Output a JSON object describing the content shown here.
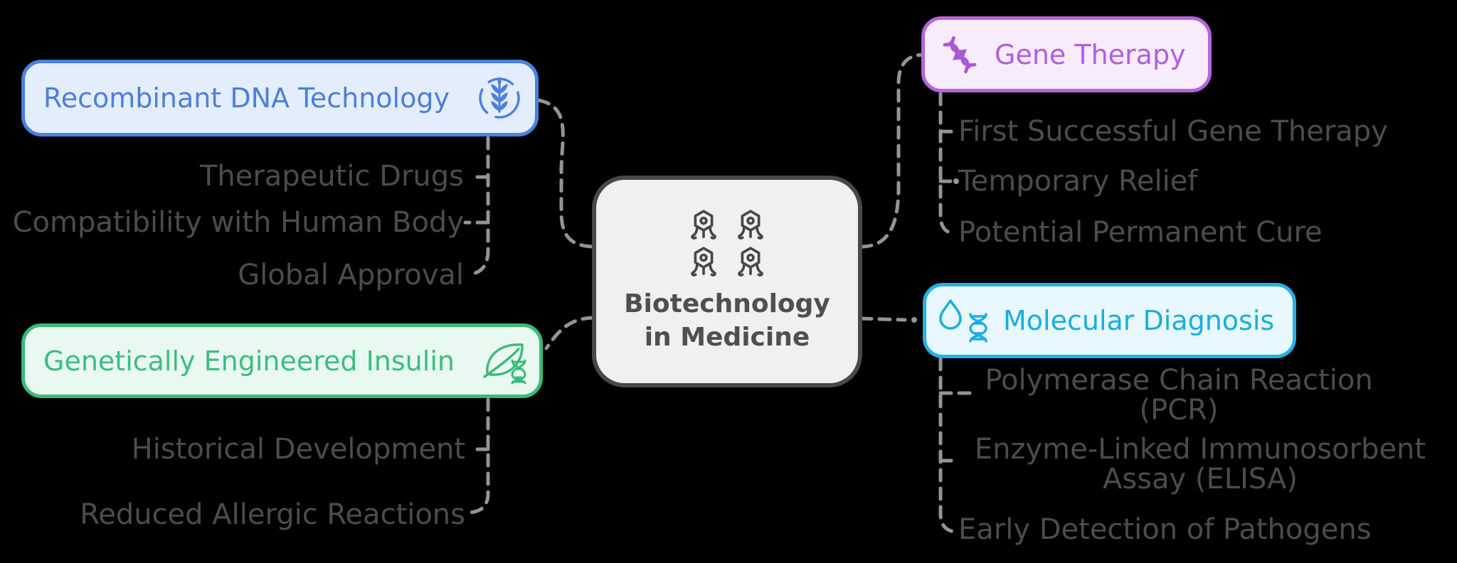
{
  "colors": {
    "background": "#000000",
    "connector": "#949494",
    "child-text": "#4c4c4c",
    "central-border": "#484848",
    "central-fill": "#f0f0f0",
    "central-text": "#4f4f4f",
    "blue-border": "#4a80e0",
    "blue-fill": "#e4edfc",
    "blue-text": "#4d7fd9",
    "green-border": "#38bb78",
    "green-fill": "#e9f8f0",
    "green-text": "#3dbd81",
    "purple-border": "#b463de",
    "purple-fill": "#f8ebfc",
    "purple-text": "#ae5fe0",
    "cyan-border": "#25b1e2",
    "cyan-fill": "#e9f8fe",
    "cyan-text": "#16aee0"
  },
  "central": {
    "title_line1": "Biotechnology",
    "title_line2": "in Medicine",
    "icon": "phage-icons-2x2"
  },
  "branches": [
    {
      "label": "Recombinant DNA Technology",
      "icon": "wheat-icon",
      "children": [
        "Therapeutic Drugs",
        "Compatibility with Human Body",
        "Global Approval"
      ]
    },
    {
      "label": "Genetically Engineered Insulin",
      "icon": "leaf-dna-icon",
      "children": [
        "Historical Development",
        "Reduced Allergic Reactions"
      ]
    },
    {
      "label": "Gene Therapy",
      "icon": "dna-helix-icon",
      "children": [
        "First Successful Gene Therapy",
        "Temporary Relief",
        "Potential Permanent Cure"
      ]
    },
    {
      "label": "Molecular Diagnosis",
      "icon": "droplet-dna-icon",
      "children": [
        {
          "line1": "Polymerase Chain Reaction",
          "line2": "(PCR)"
        },
        {
          "line1": "Enzyme-Linked Immunosorbent",
          "line2": "Assay (ELISA)"
        },
        "Early Detection of Pathogens"
      ]
    }
  ]
}
